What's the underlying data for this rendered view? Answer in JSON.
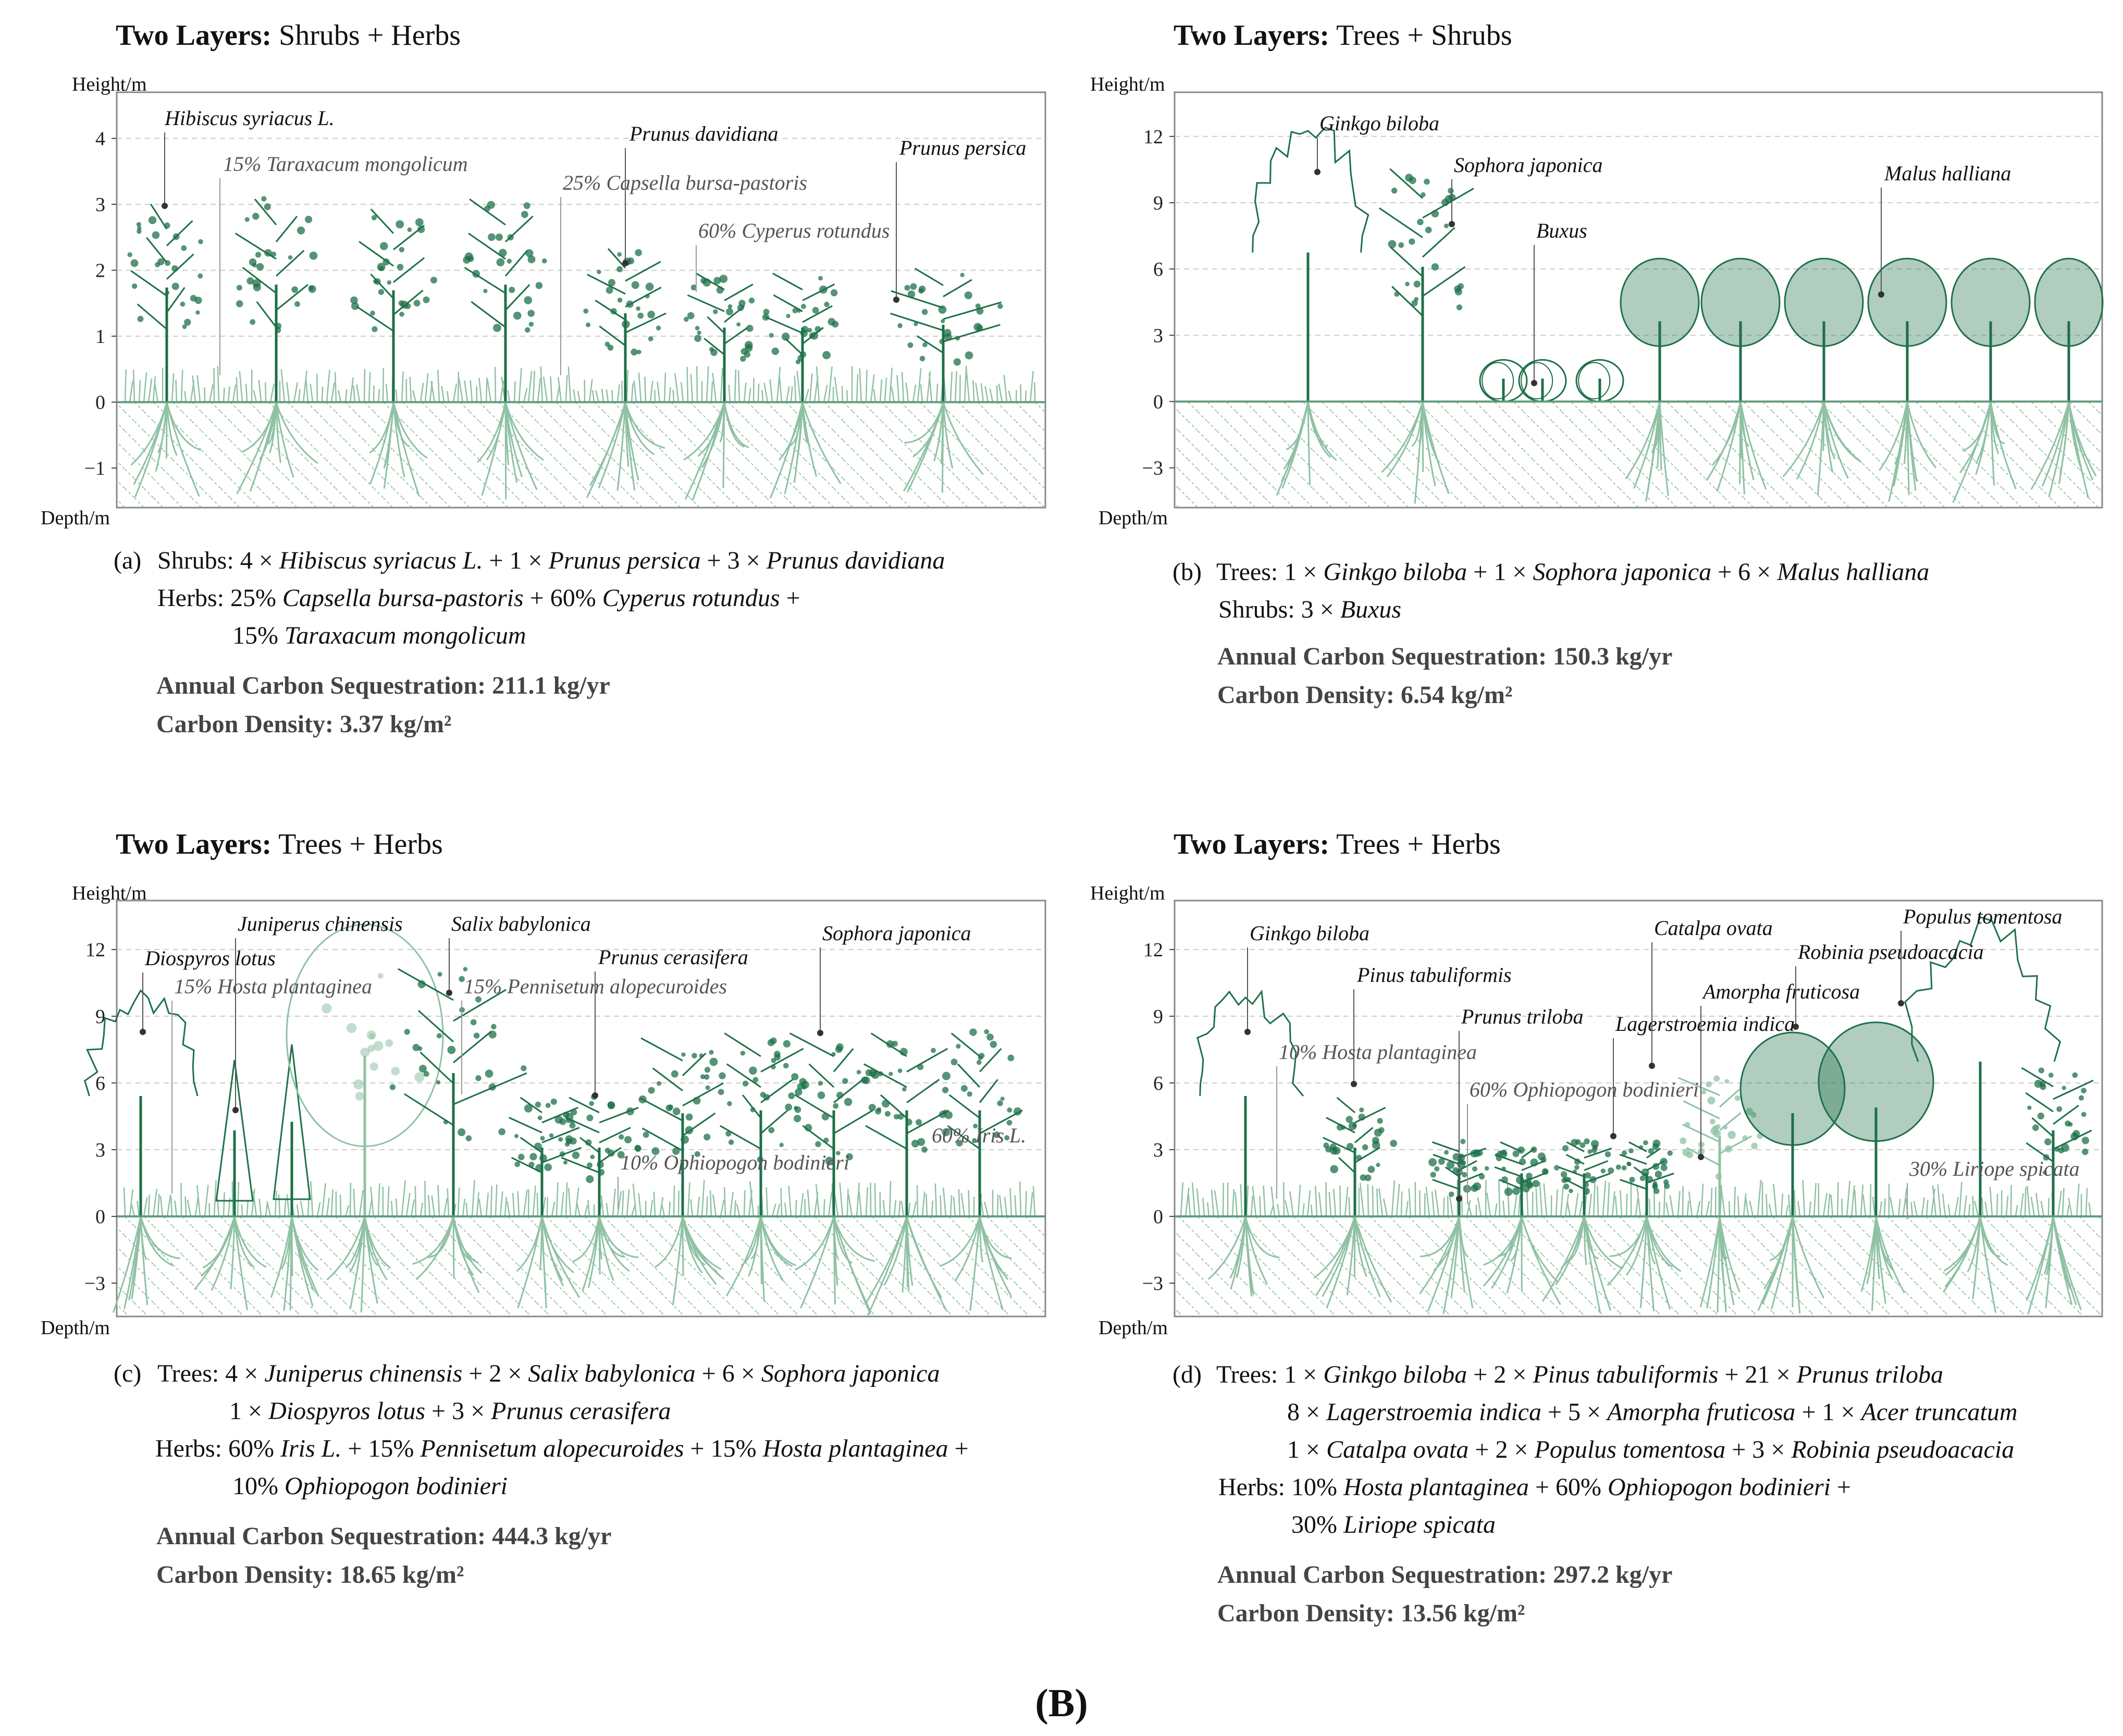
{
  "figure_label": "(B)",
  "axis": {
    "height_label": "Height/m",
    "depth_label": "Depth/m"
  },
  "colors": {
    "dark_green": "#1e7048",
    "light_green": "#8fc1a3",
    "hatch": "#7fb897",
    "frame": "#888888",
    "grid": "#cccccc"
  },
  "panels": [
    {
      "title_bold": "Two Layers:",
      "title_rest": "Shrubs + Herbs",
      "y_ticks": [
        "4",
        "3",
        "2",
        "1",
        "0",
        "−1"
      ],
      "y_values": [
        4,
        3,
        2,
        1,
        0,
        -1
      ],
      "ylim": [
        -1.6,
        4.7
      ],
      "species_labels": [
        "Hibiscus syriacus L.",
        "Prunus davidiana",
        "Prunus persica"
      ],
      "herb_labels": [
        "15% Taraxacum mongolicum",
        "25% Capsella bursa-pastoris",
        "60% Cyperus rotundus"
      ],
      "caption": {
        "letter": "(a)",
        "lines": [
          [
            {
              "t": "Shrubs: 4 × "
            },
            {
              "t": "Hibiscus syriacus L.",
              "i": true
            },
            {
              "t": " + 1 × "
            },
            {
              "t": "Prunus persica",
              "i": true
            },
            {
              "t": " + 3 × "
            },
            {
              "t": "Prunus davidiana",
              "i": true
            }
          ],
          [
            {
              "t": "Herbs: 25% "
            },
            {
              "t": "Capsella bursa-pastoris",
              "i": true
            },
            {
              "t": " + 60% "
            },
            {
              "t": "Cyperus rotundus",
              "i": true
            },
            {
              "t": " +"
            }
          ],
          [
            {
              "t": "15% "
            },
            {
              "t": "Taraxacum mongolicum",
              "i": true
            }
          ]
        ],
        "stats": [
          "Annual Carbon Sequestration: 211.1 kg/yr",
          "Carbon Density: 3.37 kg/m²"
        ]
      }
    },
    {
      "title_bold": "Two Layers:",
      "title_rest": "Trees + Shrubs",
      "y_ticks": [
        "12",
        "9",
        "6",
        "3",
        "0",
        "−3"
      ],
      "y_values": [
        12,
        9,
        6,
        3,
        0,
        -3
      ],
      "ylim": [
        -4.8,
        14.0
      ],
      "species_labels": [
        "Ginkgo biloba",
        "Sophora japonica",
        "Buxus",
        "Malus halliana"
      ],
      "herb_labels": [],
      "caption": {
        "letter": "(b)",
        "lines": [
          [
            {
              "t": "Trees: 1 × "
            },
            {
              "t": "Ginkgo biloba",
              "i": true
            },
            {
              "t": " + 1 × "
            },
            {
              "t": "Sophora japonica",
              "i": true
            },
            {
              "t": " + 6 × "
            },
            {
              "t": "Malus halliana",
              "i": true
            }
          ],
          [
            {
              "t": "Shrubs: 3 × "
            },
            {
              "t": "Buxus",
              "i": true
            }
          ]
        ],
        "stats": [
          "Annual Carbon Sequestration: 150.3 kg/yr",
          "Carbon Density: 6.54 kg/m²"
        ]
      }
    },
    {
      "title_bold": "Two Layers:",
      "title_rest": "Trees + Herbs",
      "y_ticks": [
        "12",
        "9",
        "6",
        "3",
        "0",
        "−3"
      ],
      "y_values": [
        12,
        9,
        6,
        3,
        0,
        -3
      ],
      "ylim": [
        -4.5,
        14.2
      ],
      "species_labels": [
        "Juniperus chinensis",
        "Salix babylonica",
        "Diospyros lotus",
        "Prunus cerasifera",
        "Sophora japonica"
      ],
      "herb_labels": [
        "15% Hosta plantaginea",
        "15% Pennisetum alopecuroides",
        "10% Ophiopogon bodinieri",
        "60% Iris L."
      ],
      "caption": {
        "letter": "(c)",
        "lines": [
          [
            {
              "t": "Trees: 4 × "
            },
            {
              "t": "Juniperus chinensis",
              "i": true
            },
            {
              "t": " + 2 × "
            },
            {
              "t": "Salix babylonica",
              "i": true
            },
            {
              "t": " + 6 × "
            },
            {
              "t": "Sophora japonica",
              "i": true
            }
          ],
          [
            {
              "t": "1 × "
            },
            {
              "t": "Diospyros lotus",
              "i": true
            },
            {
              "t": " + 3 × "
            },
            {
              "t": "Prunus cerasifera",
              "i": true
            }
          ],
          [
            {
              "t": "Herbs: 60% "
            },
            {
              "t": "Iris L.",
              "i": true
            },
            {
              "t": " + 15% "
            },
            {
              "t": "Pennisetum alopecuroides",
              "i": true
            },
            {
              "t": " + 15% "
            },
            {
              "t": "Hosta plantaginea",
              "i": true
            },
            {
              "t": " +"
            }
          ],
          [
            {
              "t": "10% "
            },
            {
              "t": "Ophiopogon bodinieri",
              "i": true
            }
          ]
        ],
        "stats": [
          "Annual Carbon Sequestration: 444.3 kg/yr",
          "Carbon Density: 18.65 kg/m²"
        ]
      }
    },
    {
      "title_bold": "Two Layers:",
      "title_rest": "Trees + Herbs",
      "y_ticks": [
        "12",
        "9",
        "6",
        "3",
        "0",
        "−3"
      ],
      "y_values": [
        12,
        9,
        6,
        3,
        0,
        -3
      ],
      "ylim": [
        -4.5,
        14.2
      ],
      "species_labels": [
        "Ginkgo biloba",
        "Pinus tabuliformis",
        "Prunus triloba",
        "Lagerstroemia indica",
        "Catalpa ovata",
        "Amorpha fruticosa",
        "Robinia pseudoacacia",
        "Populus tomentosa"
      ],
      "herb_labels": [
        "10% Hosta plantaginea",
        "60% Ophiopogon bodinieri",
        "30% Liriope spicata"
      ],
      "caption": {
        "letter": "(d)",
        "lines": [
          [
            {
              "t": "Trees: 1 × "
            },
            {
              "t": "Ginkgo biloba",
              "i": true
            },
            {
              "t": " + 2 × "
            },
            {
              "t": "Pinus tabuliformis",
              "i": true
            },
            {
              "t": " + 21 × "
            },
            {
              "t": "Prunus triloba",
              "i": true
            }
          ],
          [
            {
              "t": "8 × "
            },
            {
              "t": "Lagerstroemia indica",
              "i": true
            },
            {
              "t": " + 5 × "
            },
            {
              "t": "Amorpha fruticosa",
              "i": true
            },
            {
              "t": " + 1 × "
            },
            {
              "t": "Acer truncatum",
              "i": true
            }
          ],
          [
            {
              "t": "1 × "
            },
            {
              "t": "Catalpa ovata",
              "i": true
            },
            {
              "t": " + 2 × "
            },
            {
              "t": "Populus tomentosa",
              "i": true
            },
            {
              "t": " + 3 × "
            },
            {
              "t": "Robinia pseudoacacia",
              "i": true
            }
          ],
          [
            {
              "t": "Herbs: 10% "
            },
            {
              "t": "Hosta plantaginea",
              "i": true
            },
            {
              "t": " + 60% "
            },
            {
              "t": "Ophiopogon bodinieri",
              "i": true
            },
            {
              "t": " +"
            }
          ],
          [
            {
              "t": "30% "
            },
            {
              "t": "Liriope spicata",
              "i": true
            }
          ]
        ],
        "stats": [
          "Annual Carbon Sequestration: 297.2 kg/yr",
          "Carbon Density: 13.56 kg/m²"
        ]
      }
    }
  ]
}
